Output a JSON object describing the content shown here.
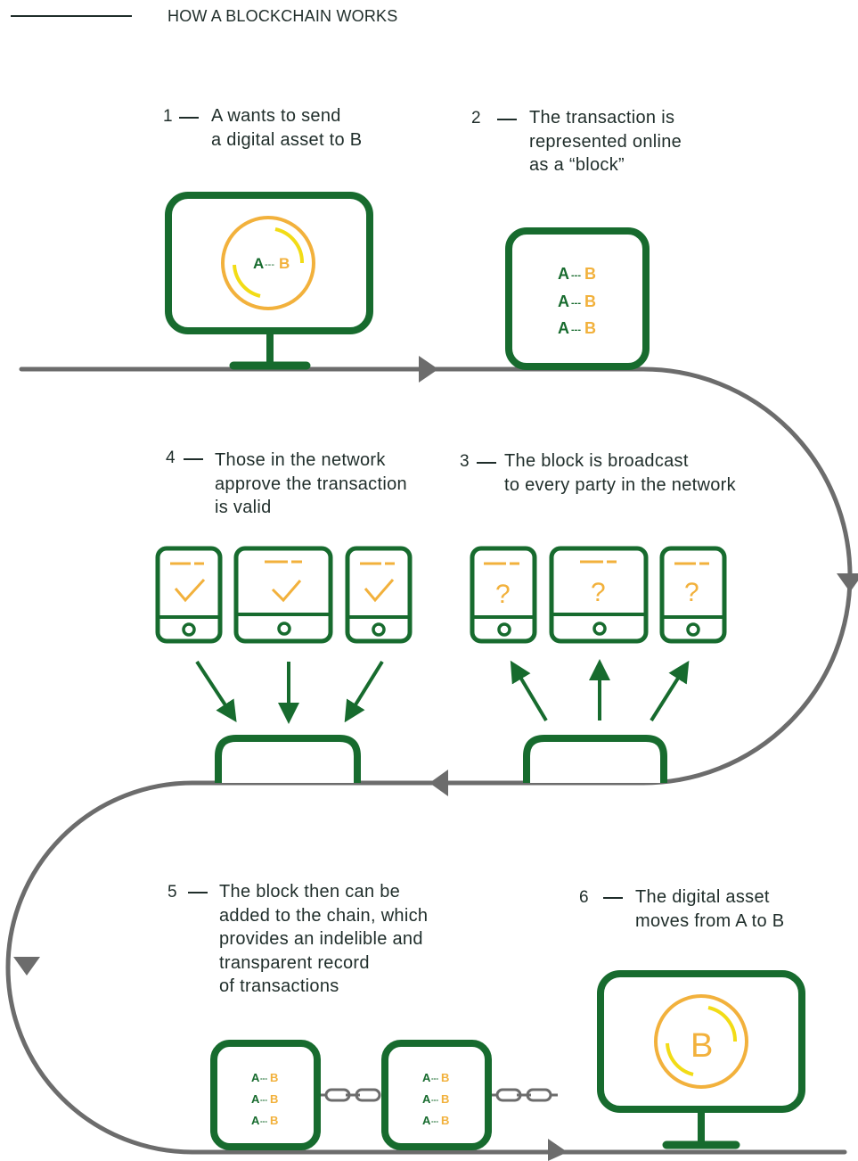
{
  "header": {
    "title": "HOW A BLOCKCHAIN WORKS"
  },
  "steps": [
    {
      "number": "1",
      "lines": [
        "A wants to send",
        "a digital asset to B"
      ]
    },
    {
      "number": "2",
      "lines": [
        "The transaction is",
        "represented online",
        "as a “block”"
      ]
    },
    {
      "number": "3",
      "lines": [
        "The block is broadcast",
        "to every party in the network"
      ]
    },
    {
      "number": "4",
      "lines": [
        "Those in the network",
        "approve the transaction",
        "is valid"
      ]
    },
    {
      "number": "5",
      "lines": [
        "The block then can be",
        "added to the chain, which",
        "provides an indelible and",
        "transparent record",
        "of transactions"
      ]
    },
    {
      "number": "6",
      "lines": [
        "The digital asset",
        "moves from A to B"
      ]
    }
  ],
  "labels": {
    "a": "A",
    "b": "B",
    "link": "---",
    "question": "?",
    "check": "✓"
  },
  "colors": {
    "green": "#176b2e",
    "orange": "#f2b13c",
    "yellow": "#f2dc16",
    "gray": "#6c6c6c",
    "text": "#1f2d2a"
  },
  "icons": [
    "desktop-monitor-icon",
    "block-icon",
    "phone-icon",
    "tablet-icon",
    "checkmark-icon",
    "question-icon",
    "chain-link-icon",
    "arrow-icon"
  ]
}
